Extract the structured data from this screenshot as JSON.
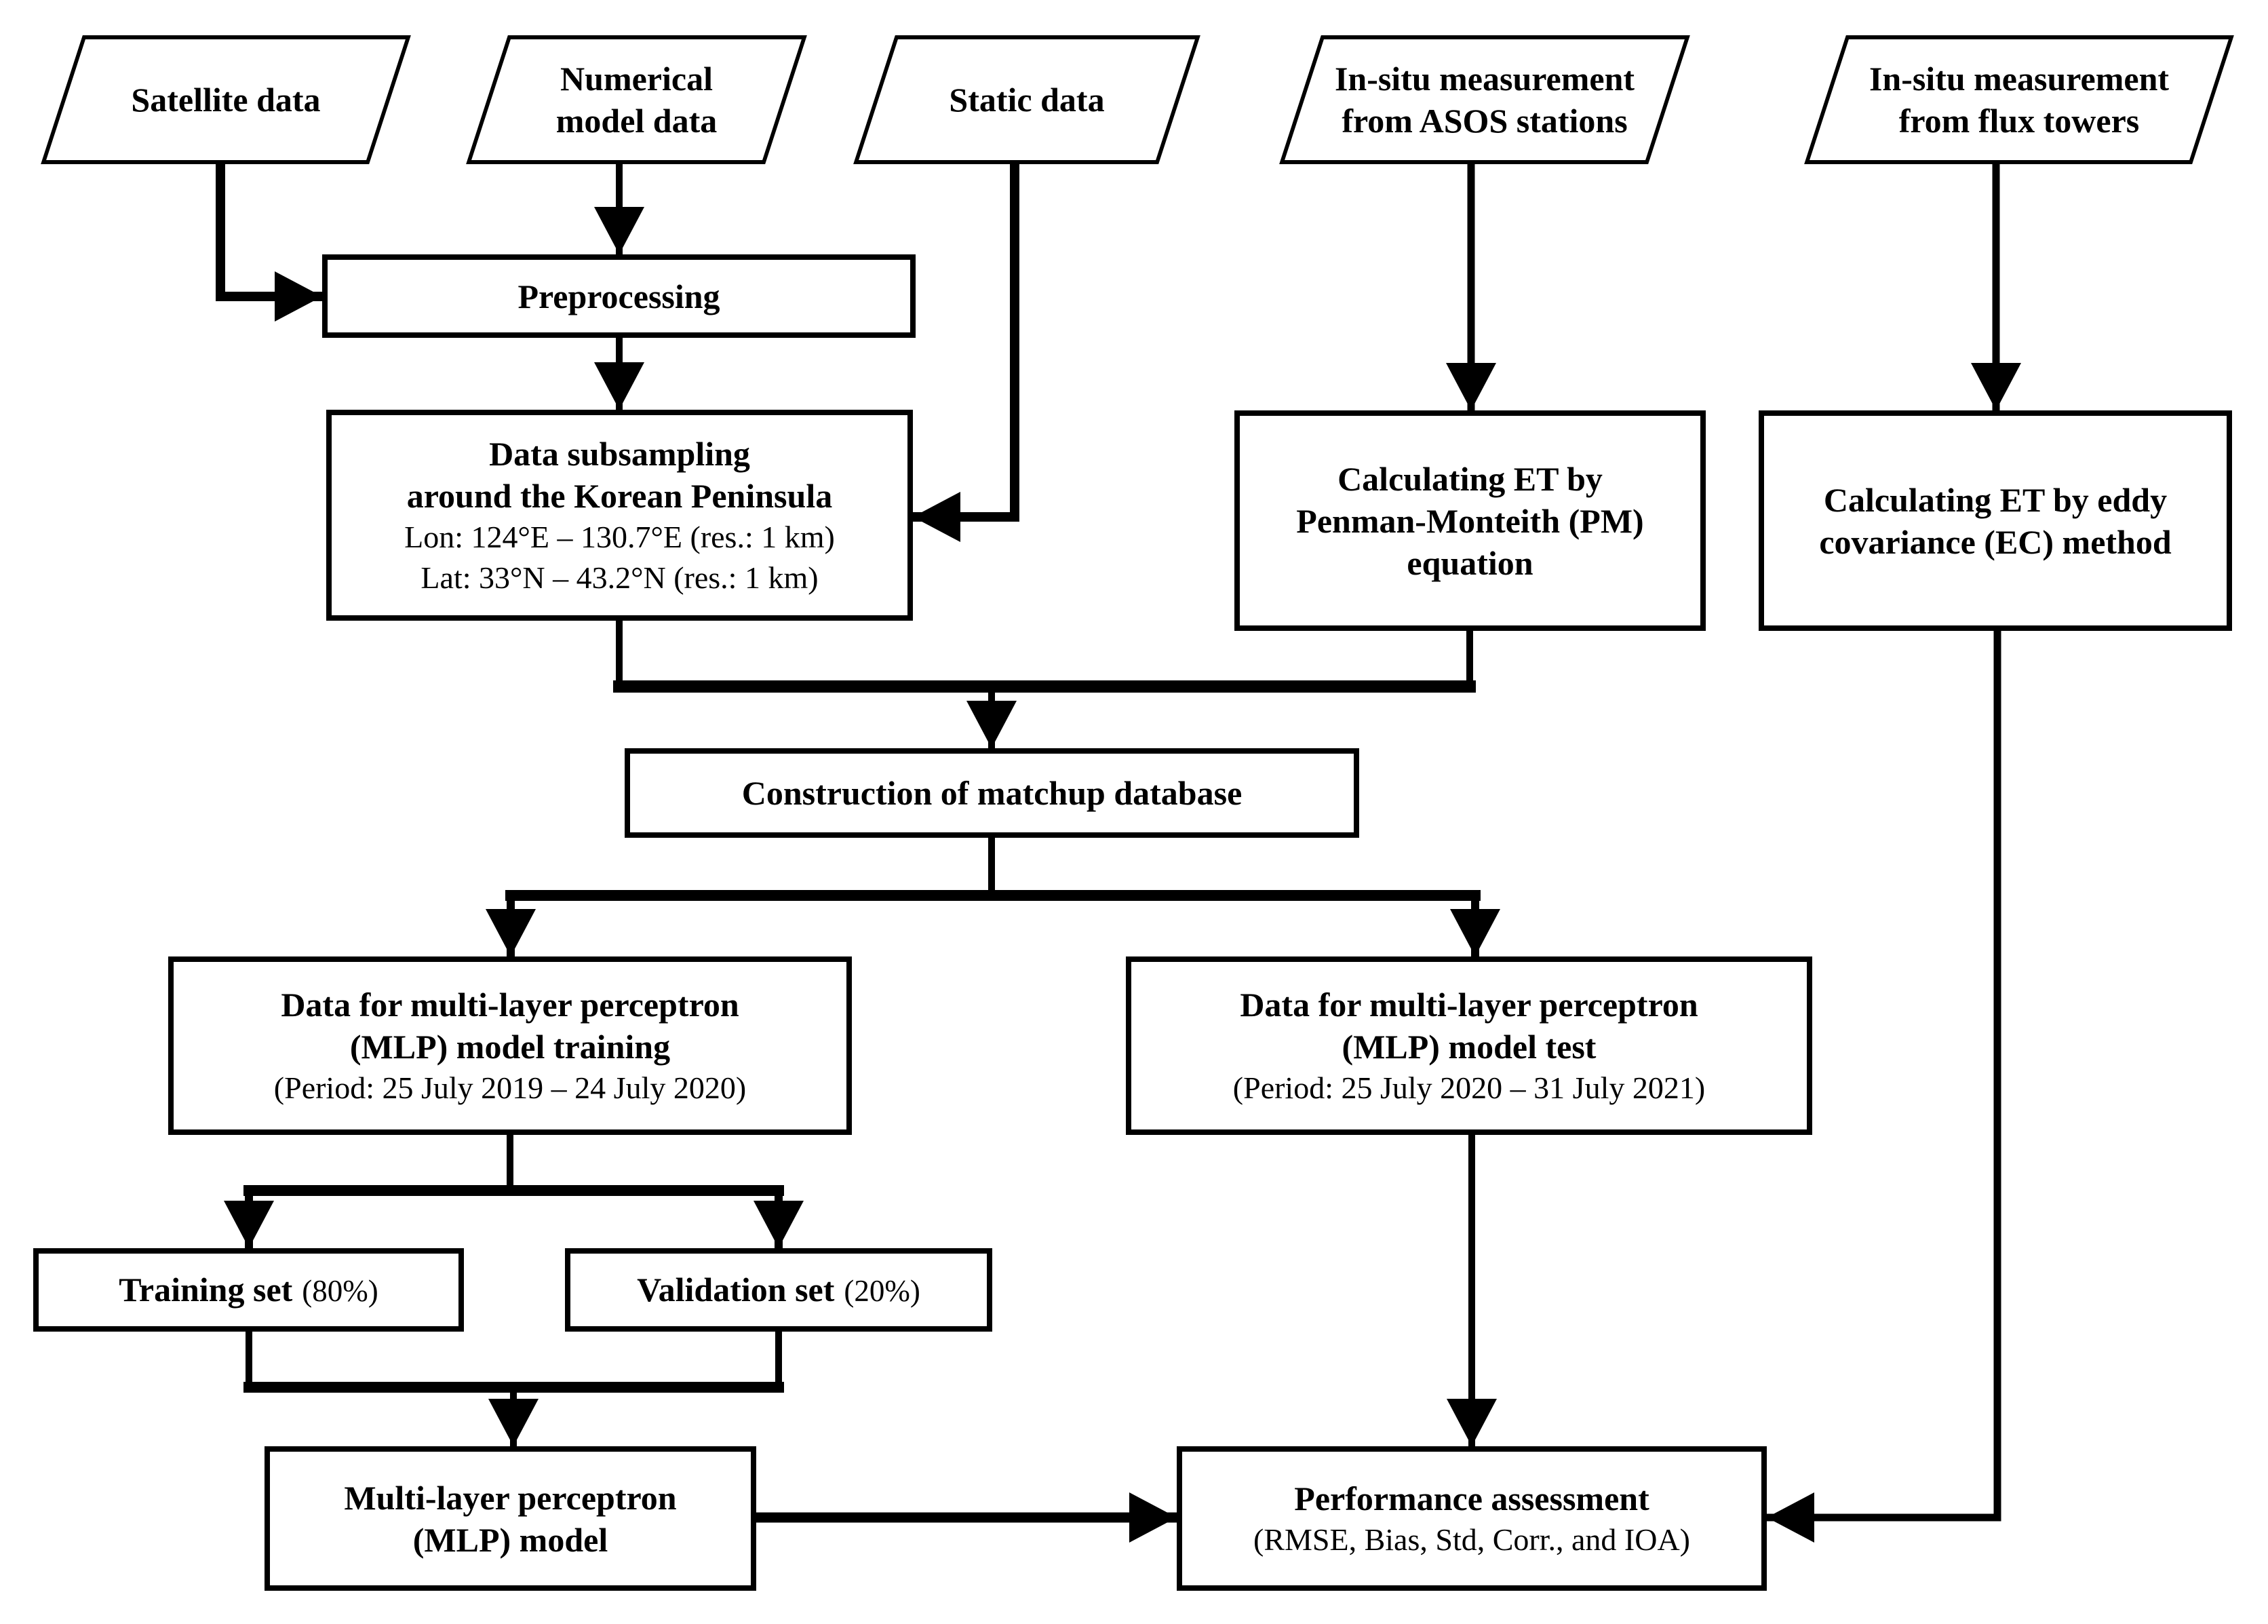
{
  "nodes": {
    "satellite": {
      "line1": "Satellite data"
    },
    "numerical": {
      "line1": "Numerical",
      "line2": "model data"
    },
    "static": {
      "line1": "Static data"
    },
    "asos": {
      "line1": "In-situ measurement",
      "line2": "from ASOS stations"
    },
    "flux": {
      "line1": "In-situ measurement",
      "line2": "from flux towers"
    },
    "preprocessing": {
      "line1": "Preprocessing"
    },
    "subsampling": {
      "title1": "Data subsampling",
      "title2": "around the Korean Peninsula",
      "detail1": "Lon: 124°E – 130.7°E (res.: 1 km)",
      "detail2": "Lat: 33°N – 43.2°N (res.: 1 km)"
    },
    "pm": {
      "line1": "Calculating ET by",
      "line2": "Penman-Monteith (PM)",
      "line3": "equation"
    },
    "ec": {
      "line1": "Calculating ET by eddy",
      "line2": "covariance (EC) method"
    },
    "matchup": {
      "line1": "Construction of matchup database"
    },
    "train_data": {
      "title1": "Data for multi-layer perceptron",
      "title2": "(MLP) model training",
      "detail": "(Period: 25 July 2019 – 24 July 2020)"
    },
    "test_data": {
      "title1": "Data for multi-layer perceptron",
      "title2": "(MLP) model test",
      "detail": "(Period: 25 July 2020 – 31 July 2021)"
    },
    "training_set": {
      "bold": "Training set",
      "normal": "(80%)"
    },
    "validation_set": {
      "bold": "Validation set",
      "normal": "(20%)"
    },
    "mlp": {
      "line1": "Multi-layer perceptron",
      "line2": "(MLP) model"
    },
    "performance": {
      "title": "Performance assessment",
      "detail": "(RMSE, Bias, Std, Corr., and IOA)"
    }
  },
  "colors": {
    "line": "#000000",
    "box_background": "#ffffff"
  }
}
